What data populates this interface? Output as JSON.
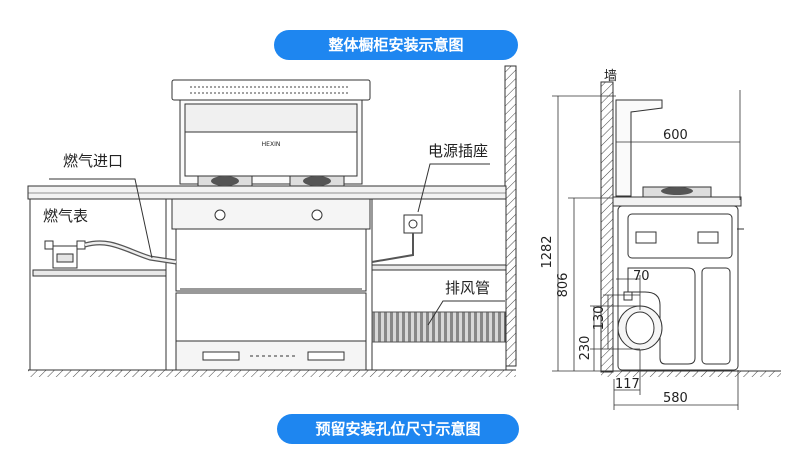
{
  "titles": {
    "top": "整体橱柜安装示意图",
    "bottom": "预留安装孔位尺寸示意图"
  },
  "labels": {
    "gas_inlet": "燃气进口",
    "gas_meter": "燃气表",
    "power_socket": "电源插座",
    "exhaust_pipe": "排风管",
    "wall": "墙",
    "brand": "HEXIN"
  },
  "dimensions": {
    "depth_top": "600",
    "total_height": "1282",
    "cabinet_height": "806",
    "hole_offset_top": "70",
    "hole_diameter": "130",
    "hole_height": "230",
    "hole_from_wall": "117",
    "cabinet_depth": "580"
  }
}
